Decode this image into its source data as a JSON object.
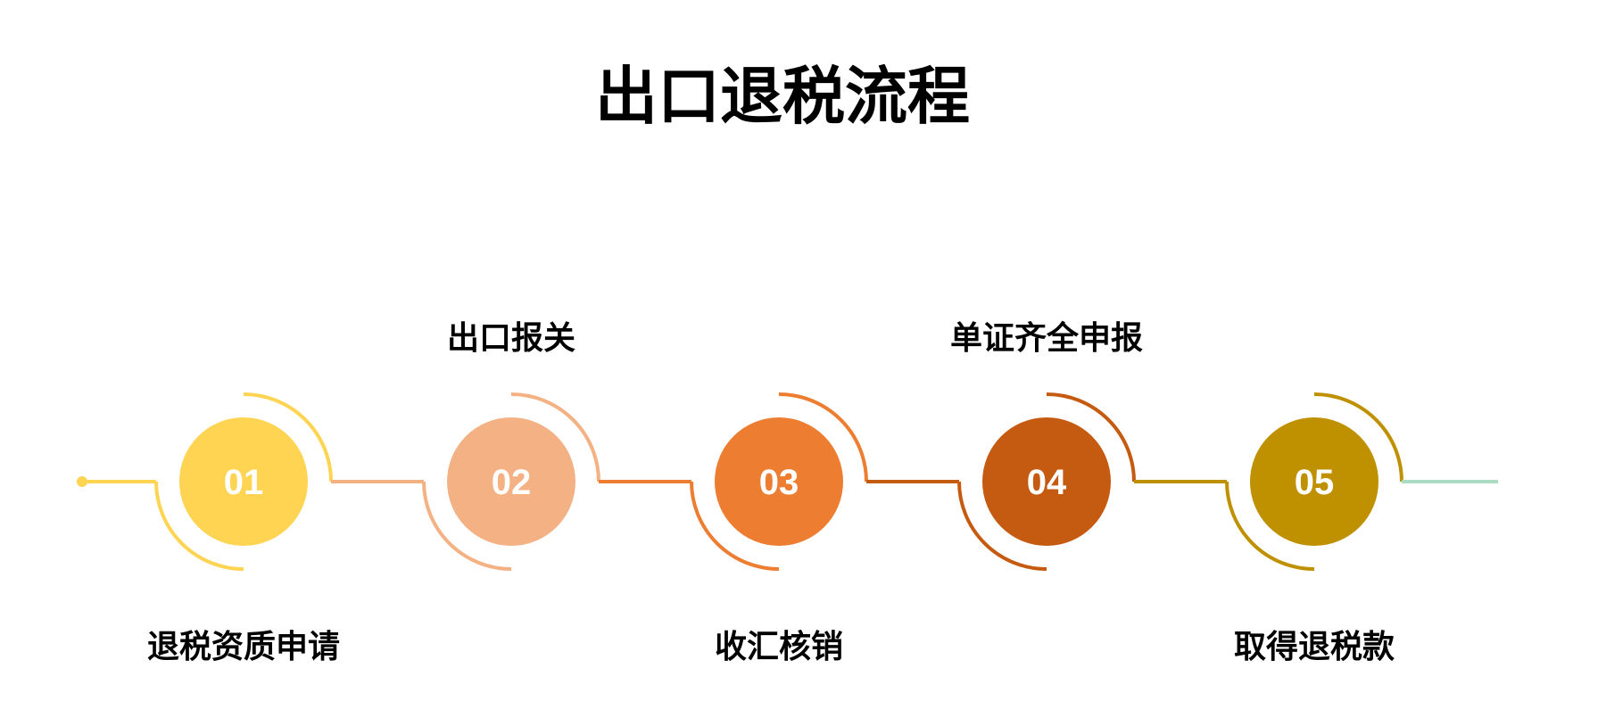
{
  "title": "出口退税流程",
  "steps": [
    {
      "number": "01",
      "label": "退税资质申请",
      "position": "bottom",
      "color": "#FED452"
    },
    {
      "number": "02",
      "label": "出口报关",
      "position": "top",
      "color": "#F4B183"
    },
    {
      "number": "03",
      "label": "收汇核销",
      "position": "bottom",
      "color": "#ED7D31"
    },
    {
      "number": "04",
      "label": "单证齐全申报",
      "position": "top",
      "color": "#C55A11"
    },
    {
      "number": "05",
      "label": "取得退税款",
      "position": "bottom",
      "color": "#BF9000"
    }
  ],
  "end_line_color": "#A9DCC0"
}
